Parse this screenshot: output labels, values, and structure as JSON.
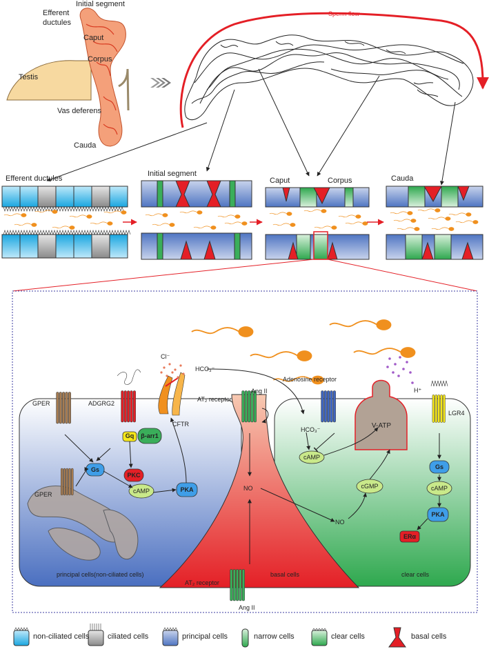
{
  "top_labels": {
    "initial_segment": "Initial segment",
    "efferent_ductules": "Efferent\nductules",
    "caput": "Caput",
    "testis": "Testis",
    "corpus": "Corpus",
    "vas_deferens": "Vas deferens",
    "cauda": "Cauda",
    "sperm_flow": "Sperm flow"
  },
  "segments": {
    "efferent_ductules": "Efferent ductules",
    "initial_segment": "Initial segment",
    "caput": "Caput",
    "corpus": "Corpus",
    "cauda": "Cauda"
  },
  "detail": {
    "gper_top": "GPER",
    "adgrg2": "ADGRG2",
    "cl": "Cl⁻",
    "hco3_top": "HCO₃⁻",
    "at2_top": "AT₂ receptor",
    "ang2_top": "Ang II",
    "adenosine_receptor": "Adenosine receptor",
    "h_plus": "H⁺",
    "lgr4": "LGR4",
    "cftr": "CFTR",
    "gq": "Gq",
    "barr1": "β-arr1",
    "vatp": "V-ATP",
    "hco3_in": "HCO₃⁻",
    "gper_er": "GPER",
    "gs_left": "Gs",
    "pkc": "PKC",
    "pka_left": "PKA",
    "camp_left": "cAMP",
    "camp_mid": "cAMP",
    "no_basal": "NO",
    "no_clear": "NO",
    "cgmp": "cGMP",
    "gs_right": "Gs",
    "camp_right": "cAMP",
    "pka_right": "PKA",
    "era": "ERα",
    "principal_caption": "principal cells(non-ciliated cells)",
    "basal_caption": "basal cells",
    "clear_caption": "clear cells",
    "at2_bottom": "AT₂ receptor",
    "ang2_bottom": "Ang II"
  },
  "legend": [
    {
      "label": "non-ciliated cells",
      "icon": "non-ciliated-cell-icon"
    },
    {
      "label": "ciliated cells",
      "icon": "ciliated-cell-icon"
    },
    {
      "label": "principal cells",
      "icon": "principal-cell-icon"
    },
    {
      "label": "narrow cells",
      "icon": "narrow-cell-icon"
    },
    {
      "label": "clear cells",
      "icon": "clear-cell-icon"
    },
    {
      "label": "basal cells",
      "icon": "basal-cell-icon"
    }
  ],
  "colors": {
    "red": "#e41f26",
    "testis": "#f7d9a0",
    "blue": "#5b7fc4",
    "cyan": "#2ab4e8",
    "green": "#3aae5a",
    "sperm": "#f0901e",
    "border": "#3a3aa0"
  }
}
